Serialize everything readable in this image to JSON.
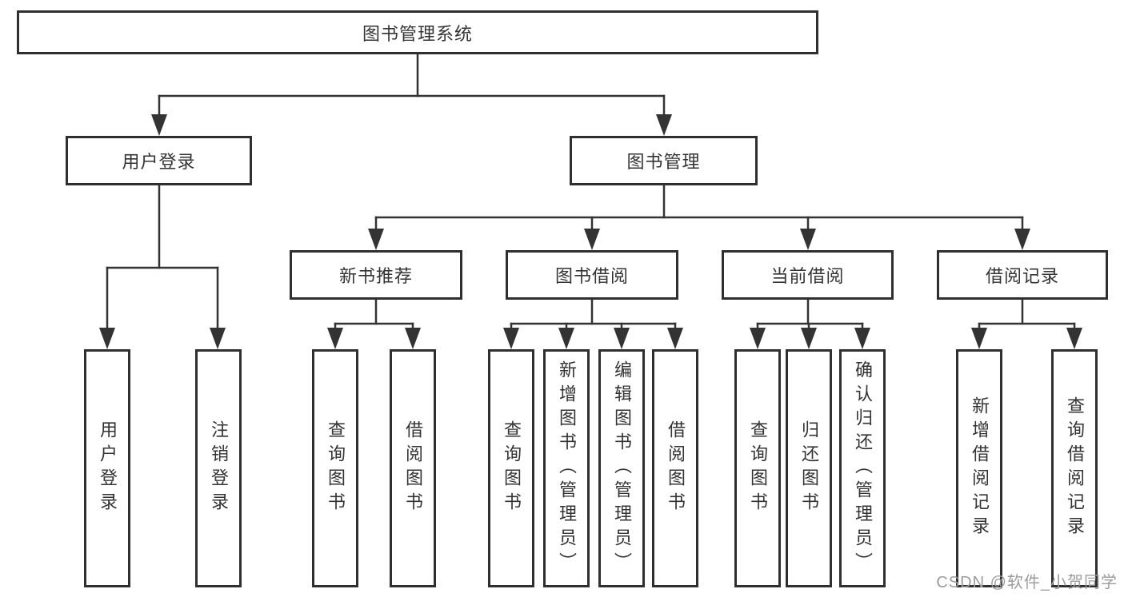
{
  "diagram": {
    "title": "图书管理系统",
    "branches": [
      {
        "label": "用户登录",
        "children": [
          {
            "label": "用户登录"
          },
          {
            "label": "注销登录"
          }
        ]
      },
      {
        "label": "图书管理",
        "children": [
          {
            "label": "新书推荐",
            "children": [
              {
                "label": "查询图书"
              },
              {
                "label": "借阅图书"
              }
            ]
          },
          {
            "label": "图书借阅",
            "children": [
              {
                "label": "查询图书"
              },
              {
                "label": "新增图书（管理员）"
              },
              {
                "label": "编辑图书（管理员）"
              },
              {
                "label": "借阅图书"
              }
            ]
          },
          {
            "label": "当前借阅",
            "children": [
              {
                "label": "查询图书"
              },
              {
                "label": "归还图书"
              },
              {
                "label": "确认归还（管理员）"
              }
            ]
          },
          {
            "label": "借阅记录",
            "children": [
              {
                "label": "新增借阅记录"
              },
              {
                "label": "查询借阅记录"
              }
            ]
          }
        ]
      }
    ]
  },
  "colors": {
    "line": "#333333",
    "box_border": "#2f2f2f",
    "text": "#333333",
    "watermark": "#9c9c9c",
    "background": "#ffffff"
  },
  "watermark": "CSDN @软件_小贺同学"
}
